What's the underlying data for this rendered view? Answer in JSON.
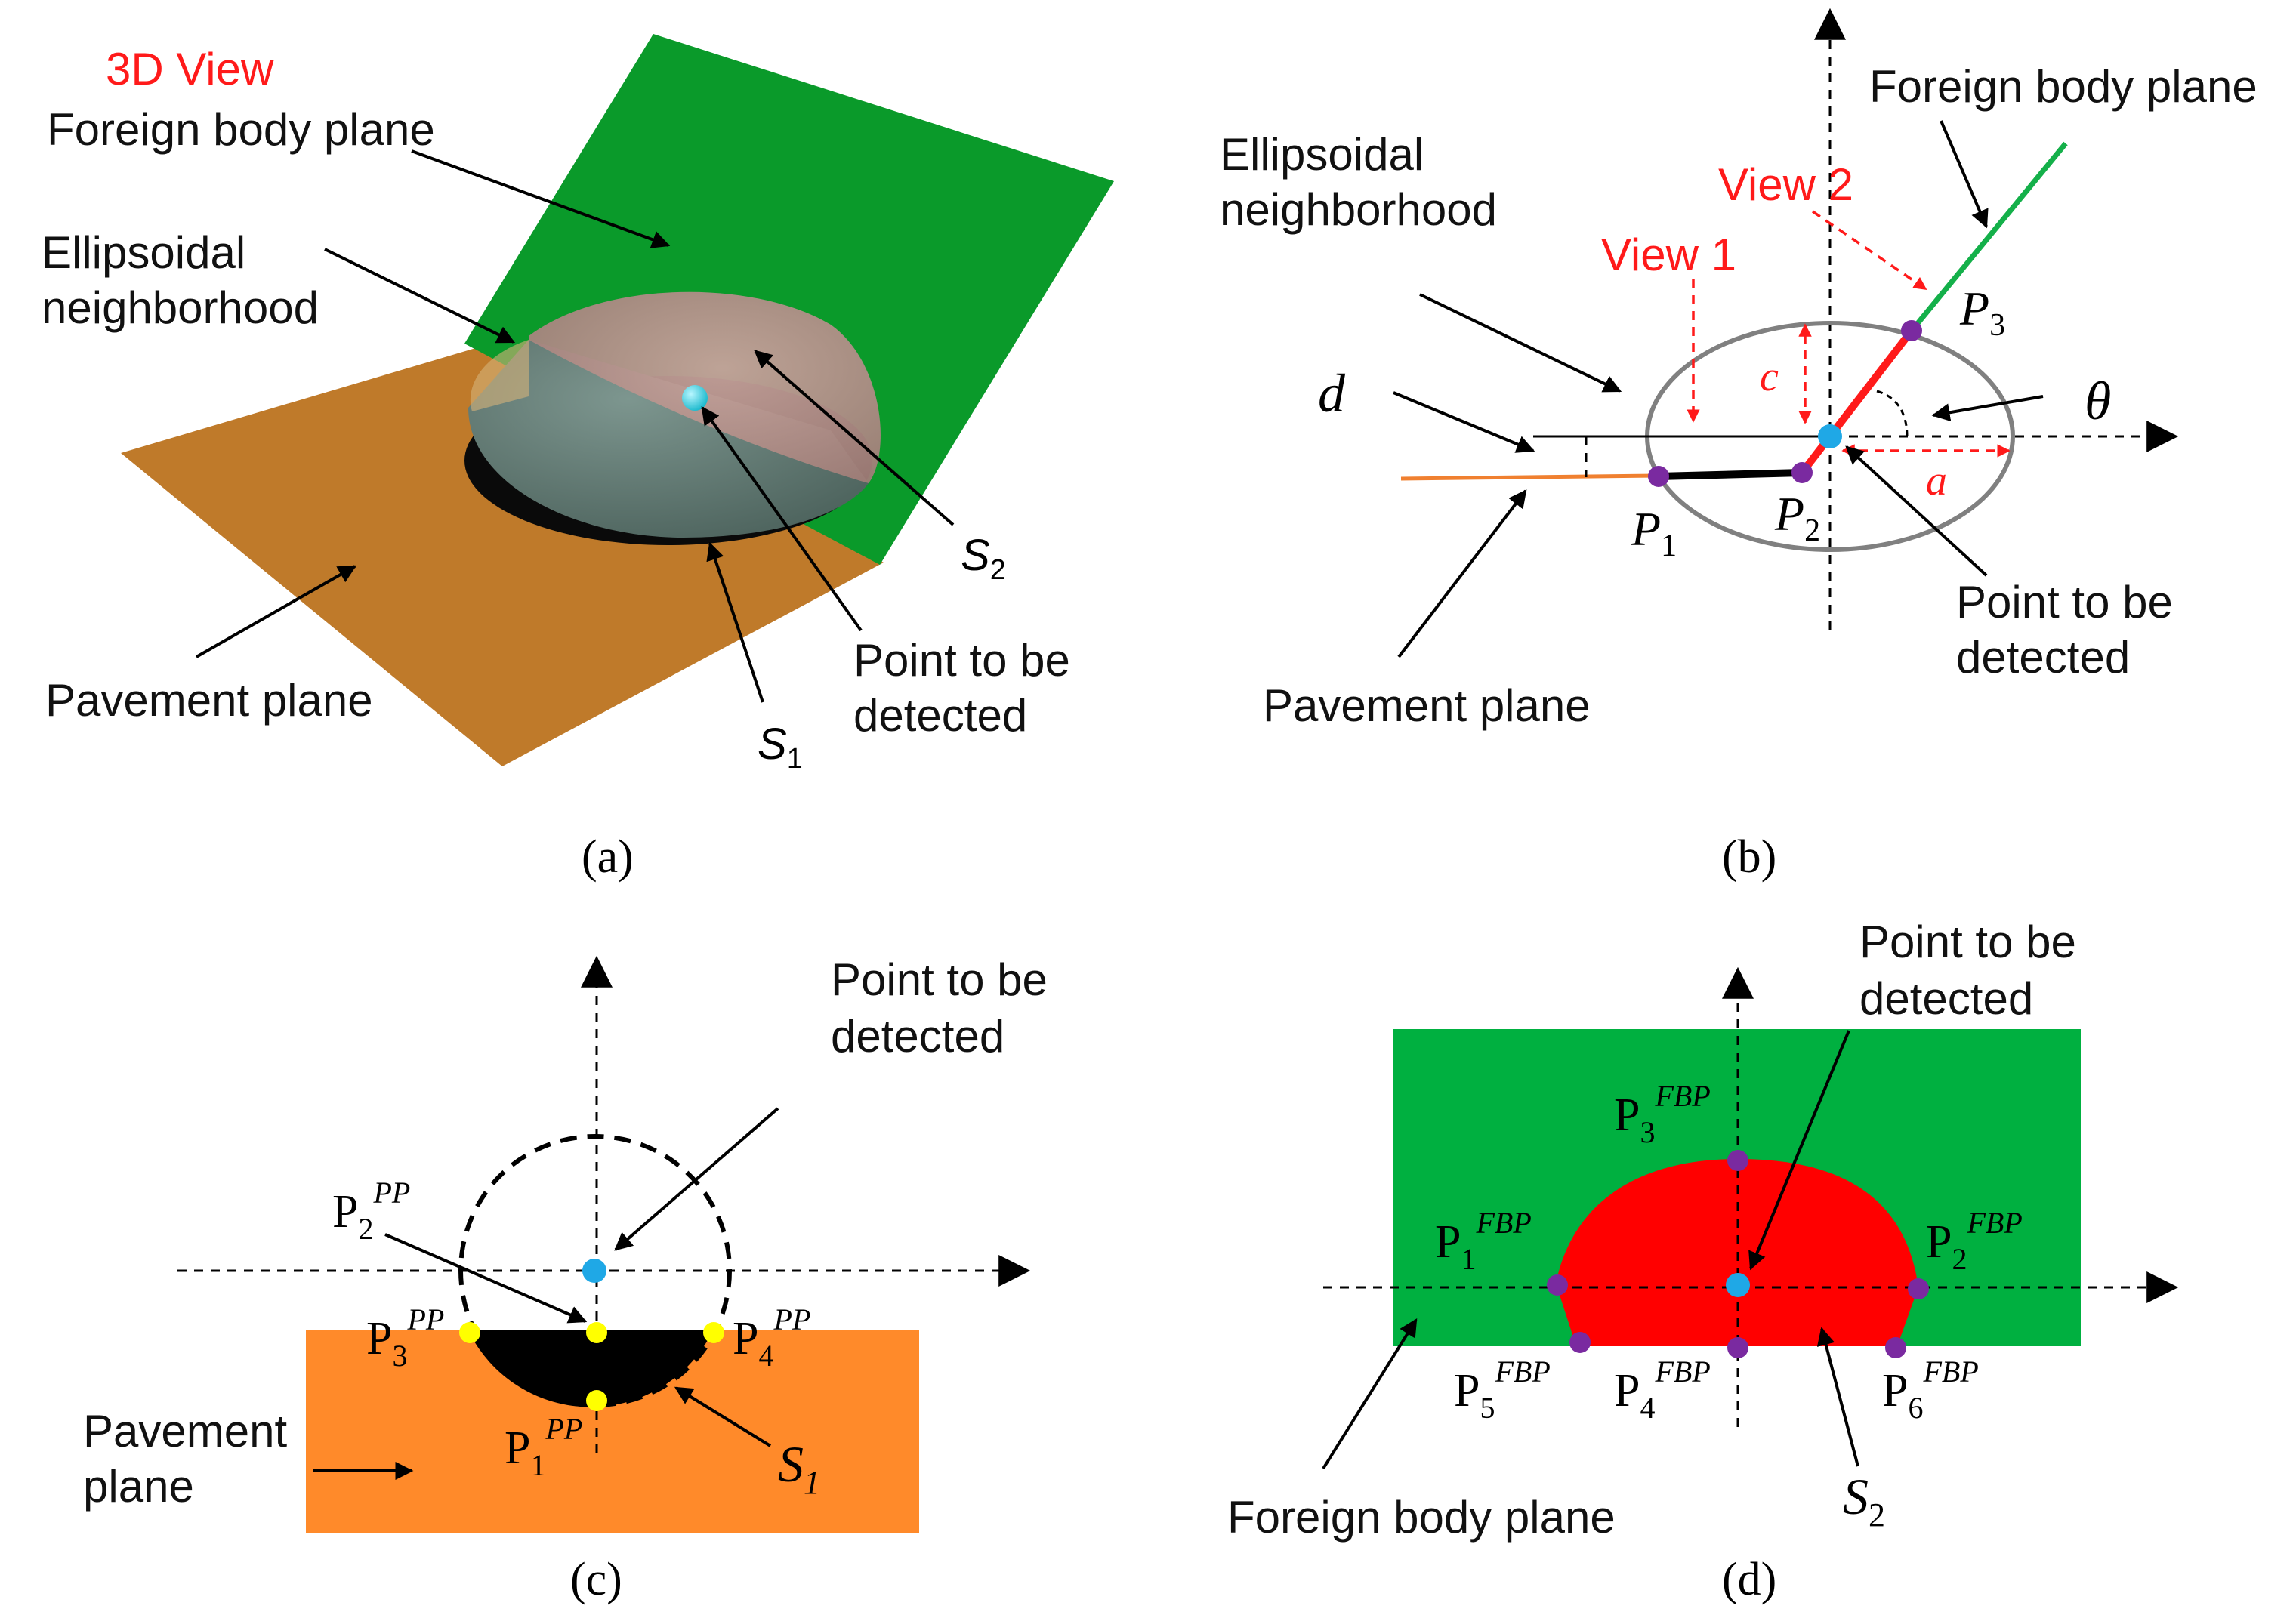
{
  "panel_a": {
    "view_label": "3D View",
    "foreign_body_plane": "Foreign body plane",
    "ellipsoidal_line1": "Ellipsoidal",
    "ellipsoidal_line2": "neighborhood",
    "pavement_plane": "Pavement plane",
    "point_line1": "Point to be",
    "point_line2": "detected",
    "s1_base": "S",
    "s1_sub": "1",
    "s2_base": "S",
    "s2_sub": "2",
    "caption": "(a)",
    "colors": {
      "pavement": "#bf7a2a",
      "foreign": "#0a9a2a",
      "cap": "#b38c86",
      "shadow": "#5f7a74",
      "point": "#3fd8e6"
    }
  },
  "panel_b": {
    "foreign_body_plane": "Foreign body plane",
    "ellipsoidal_line1": "Ellipsoidal",
    "ellipsoidal_line2": "neighborhood",
    "view1": "View 1",
    "view2": "View 2",
    "d": "d",
    "c": "c",
    "a": "a",
    "theta": "θ",
    "p1_base": "P",
    "p1_sub": "1",
    "p2_base": "P",
    "p2_sub": "2",
    "p3_base": "P",
    "p3_sub": "3",
    "point_line1": "Point to be",
    "point_line2": "detected",
    "pavement_plane": "Pavement plane",
    "caption": "(b)",
    "colors": {
      "ellipse": "#808080",
      "foreign_line": "#14b04a",
      "pavement_line": "#f08030",
      "red_line": "#ff1a1a",
      "points": "#7a2aa0",
      "center": "#1fa8e6"
    }
  },
  "panel_c": {
    "point_line1": "Point to be",
    "point_line2": "detected",
    "pavement_line1": "Pavement",
    "pavement_line2": "plane",
    "p_base": "P",
    "p_sup": "PP",
    "p1_sub": "1",
    "p2_sub": "2",
    "p3_sub": "3",
    "p4_sub": "4",
    "s1_base": "S",
    "s1_sub": "1",
    "caption": "(c)",
    "colors": {
      "pavement": "#ff8a2a",
      "region": "#000000",
      "points": "#ffff00",
      "center": "#1fa8e6"
    }
  },
  "panel_d": {
    "point_line1": "Point to be",
    "point_line2": "detected",
    "foreign_body_plane": "Foreign body plane",
    "p_base": "P",
    "p_sup": "FBP",
    "p1_sub": "1",
    "p2_sub": "2",
    "p3_sub": "3",
    "p4_sub": "4",
    "p5_sub": "5",
    "p6_sub": "6",
    "s2_base": "S",
    "s2_sub": "2",
    "caption": "(d)",
    "colors": {
      "foreign": "#00b040",
      "region": "#ff0000",
      "points": "#7a2aa0",
      "center": "#1fa8e6"
    }
  }
}
